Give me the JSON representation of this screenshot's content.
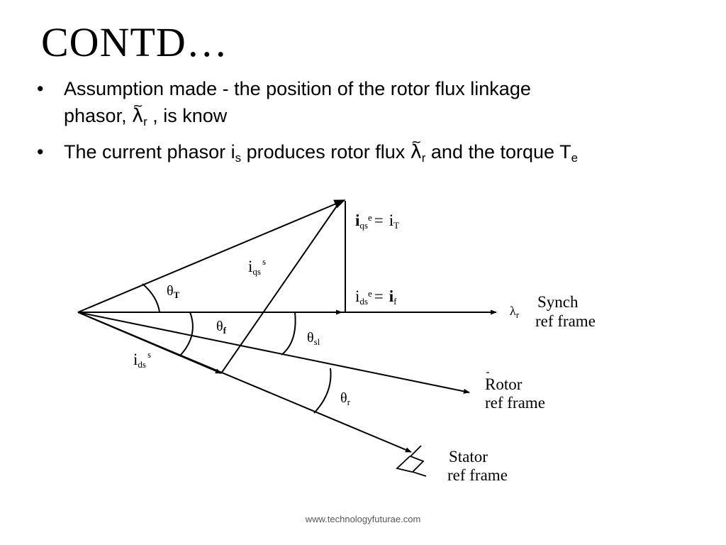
{
  "slide": {
    "title": "CONTD…",
    "bullet_symbol": "•",
    "bullets": [
      {
        "line1": "Assumption  made - the position of the rotor flux linkage",
        "line2_prefix": "phasor,",
        "line2_suffix": ", is know"
      },
      {
        "prefix": "The current phasor i",
        "sub_s": "s",
        "mid": " produces rotor flux ",
        "mid2": " and the torque T",
        "sub_e": "e"
      }
    ],
    "symbols": {
      "lambda": "λ",
      "tilde": "~",
      "sub_r": "r"
    }
  },
  "diagram": {
    "labels": {
      "iqs_e_main": "i",
      "iqs_e_sub": "qs",
      "iqs_e_sup": "e",
      "iqs_e_eq": "=",
      "iT_main": "i",
      "iT_sub": "T",
      "ids_e_main": "i",
      "ids_e_sub": "ds",
      "ids_e_sup": "e",
      "ids_e_eq": "=",
      "if_main": "i",
      "if_sub": "f",
      "iqs_s_main": "i",
      "iqs_s_sub": "qs",
      "iqs_s_sup": "s",
      "ids_s_main": "i",
      "ids_s_sub": "ds",
      "ids_s_sup": "s",
      "theta": "θ",
      "theta_T_sub": "T",
      "theta_f_sub": "f",
      "theta_sl_sub": "sl",
      "theta_r_sub": "r",
      "lambda_main": "λ",
      "lambda_sub": "r",
      "synch_line1": "Synch",
      "synch_line2": "ref frame",
      "rotor_line1": "Rotor",
      "rotor_line2": "ref frame",
      "stator_line1": "Stator",
      "stator_line2": "ref frame"
    }
  },
  "footer": {
    "text": "www.technologyfuturae.com"
  }
}
